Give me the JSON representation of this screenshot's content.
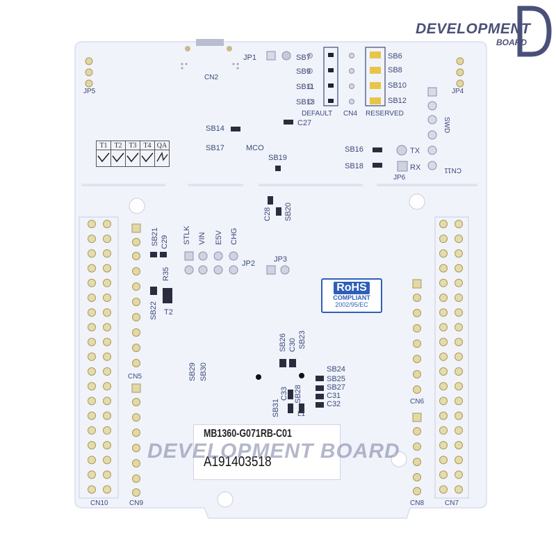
{
  "brand": {
    "logo_line1": "DEVELOPMENT",
    "logo_line2": "BOARD",
    "watermark": "DEVELOPMENT BOARD"
  },
  "board": {
    "part_number": "MB1360-G071RB-C01",
    "serial": "A191403518",
    "rohs_title": "RoHS",
    "rohs_sub1": "COMPLIANT",
    "rohs_sub2": "2002/95/EC"
  },
  "qa_table": {
    "headers": [
      "T1",
      "T2",
      "T3",
      "T4",
      "QA"
    ]
  },
  "silkscreen": {
    "jp1": "JP1",
    "jp2": "JP2",
    "jp3": "JP3",
    "jp4": "JP4",
    "jp5": "JP5",
    "jp6": "JP6",
    "cn2": "CN2",
    "cn4": "CN4",
    "cn5": "CN5",
    "cn6": "CN6",
    "cn7": "CN7",
    "cn8": "CN8",
    "cn9": "CN9",
    "cn10": "CN10",
    "cn11": "CN11",
    "sb6": "SB6",
    "sb7": "SB7",
    "sb8": "SB8",
    "sb9": "SB9",
    "sb10": "SB10",
    "sb11": "SB11",
    "sb12": "SB12",
    "sb13": "SB13",
    "sb14": "SB14",
    "sb16": "SB16",
    "sb17": "SB17",
    "sb18": "SB18",
    "sb19": "SB19",
    "sb20": "SB20",
    "sb21": "SB21",
    "sb22": "SB22",
    "sb23": "SB23",
    "sb24": "SB24",
    "sb25": "SB25",
    "sb26": "SB26",
    "sb27": "SB27",
    "sb28": "SB28",
    "sb29": "SB29",
    "sb30": "SB30",
    "sb31": "SB31",
    "c27": "C27",
    "c28": "C28",
    "c29": "C29",
    "c30": "C30",
    "c31": "C31",
    "c32": "C32",
    "c33": "C33",
    "r35": "R35",
    "t2": "T2",
    "default": "DEFAULT",
    "reserved": "RESERVED",
    "mco": "MCO",
    "tx": "TX",
    "rx": "RX",
    "swd": "SWD",
    "stlk": "STLK",
    "vin": "VIN",
    "e5v": "E5V",
    "chg": "CHG",
    "l1": "L1"
  },
  "colors": {
    "board": "#f1f3fb",
    "silk": "#3a4a78",
    "pad": "#d9cf9a",
    "pad_dark": "#a89a55",
    "rohs": "#2e5fb8"
  }
}
